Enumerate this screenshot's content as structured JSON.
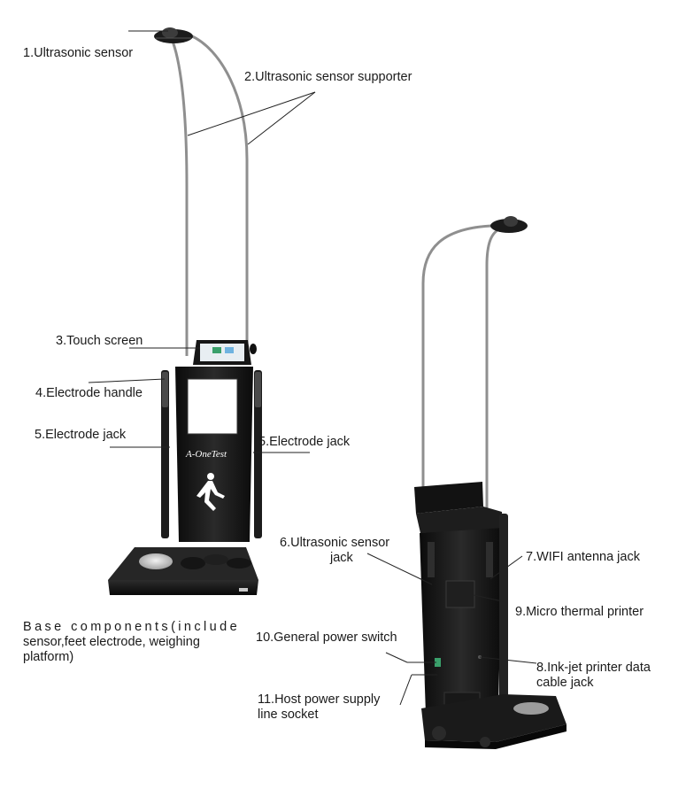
{
  "labels": {
    "ultrasonic_sensor": "1.Ultrasonic sensor",
    "ultrasonic_sensor_supporter": "2.Ultrasonic sensor supporter",
    "touch_screen": "3.Touch screen",
    "electrode_handle": "4.Electrode handle",
    "electrode_jack_left": "5.Electrode jack",
    "electrode_jack_right": "5.Electrode jack",
    "ultrasonic_sensor_jack_line1": "6.Ultrasonic sensor",
    "ultrasonic_sensor_jack_line2": "jack",
    "wifi_antenna_jack": "7.WIFI antenna jack",
    "micro_thermal_printer": "9.Micro thermal printer",
    "inkjet_printer_jack_line1": "8.Ink-jet printer data",
    "inkjet_printer_jack_line2": "cable jack",
    "general_power_switch": "10.General power switch",
    "host_power_socket_line1": "11.Host power supply",
    "host_power_socket_line2": "line socket",
    "base_components_line1": "Base components(include",
    "base_components_line2": "sensor,feet electrode, weighing",
    "base_components_line3": "platform)"
  },
  "device_branding": {
    "logo_text": "A-OneTest"
  },
  "colors": {
    "body": "#141414",
    "pole": "#9a9a9a",
    "text": "#1a1a1a",
    "leader_line": "#222222",
    "screen_accent": "#3aa06b"
  }
}
